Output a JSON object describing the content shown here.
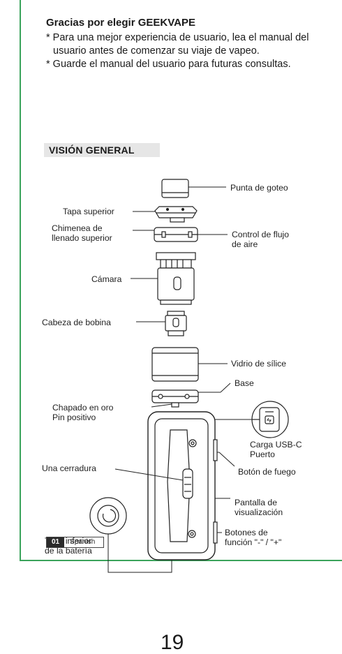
{
  "intro": {
    "title": "Gracias por elegir GEEKVAPE",
    "line1": "* Para una mejor experiencia de usuario, lea el manual del usuario antes de comenzar su viaje de vapeo.",
    "line2": "* Guarde el manual del usuario para futuras consultas."
  },
  "section": {
    "title": "VISIÓN GENERAL"
  },
  "labels": {
    "drip_tip": "Punta de goteo",
    "top_cap": "Tapa superior",
    "fill_chimney_1": "Chimenea de",
    "fill_chimney_2": "llenado superior",
    "airflow_1": "Control de flujo",
    "airflow_2": "de aire",
    "chamber": "Cámara",
    "coil": "Cabeza de bobina",
    "glass": "Vidrio de sílice",
    "base": "Base",
    "gold_pin_1": "Chapado en oro",
    "gold_pin_2": "Pin positivo",
    "usb_1": "Carga USB-C",
    "usb_2": "Puerto",
    "lock": "Una cerradura",
    "fire": "Botón de fuego",
    "display_1": "Pantalla de",
    "display_2": "visualización",
    "buttons_1": "Botones de",
    "buttons_2": "función \"-\" / \"+\"",
    "battery_cap_1": "Tapa inferior",
    "battery_cap_2": "de la batería"
  },
  "footer": {
    "number": "01",
    "language": "Spanish"
  },
  "page_number": "19",
  "colors": {
    "accent_green": "#3aa35b",
    "section_bar": "#e6e6e6"
  }
}
